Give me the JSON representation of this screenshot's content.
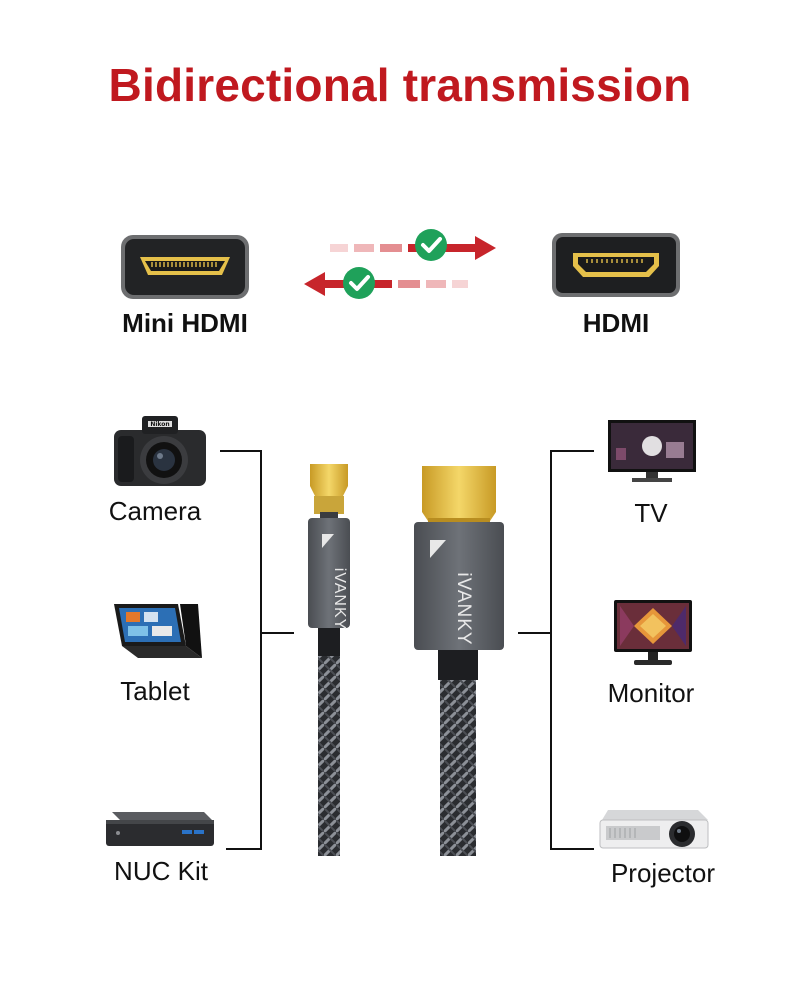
{
  "title": "Bidirectional transmission",
  "ports": {
    "left_label": "Mini HDMI",
    "right_label": "HDMI"
  },
  "brand": "iVANKY",
  "devices_left": [
    {
      "label": "Camera",
      "icon": "camera-icon"
    },
    {
      "label": "Tablet",
      "icon": "tablet-icon"
    },
    {
      "label": "NUC Kit",
      "icon": "nuc-kit-icon"
    }
  ],
  "devices_right": [
    {
      "label": "TV",
      "icon": "tv-icon"
    },
    {
      "label": "Monitor",
      "icon": "monitor-icon"
    },
    {
      "label": "Projector",
      "icon": "projector-icon"
    }
  ],
  "camera_brand": "Nikon",
  "colors": {
    "accent_red": "#c0191f",
    "check_green": "#1fa15a",
    "connector_gold": "#e7c24a",
    "cable_gray": "#5d6168"
  }
}
